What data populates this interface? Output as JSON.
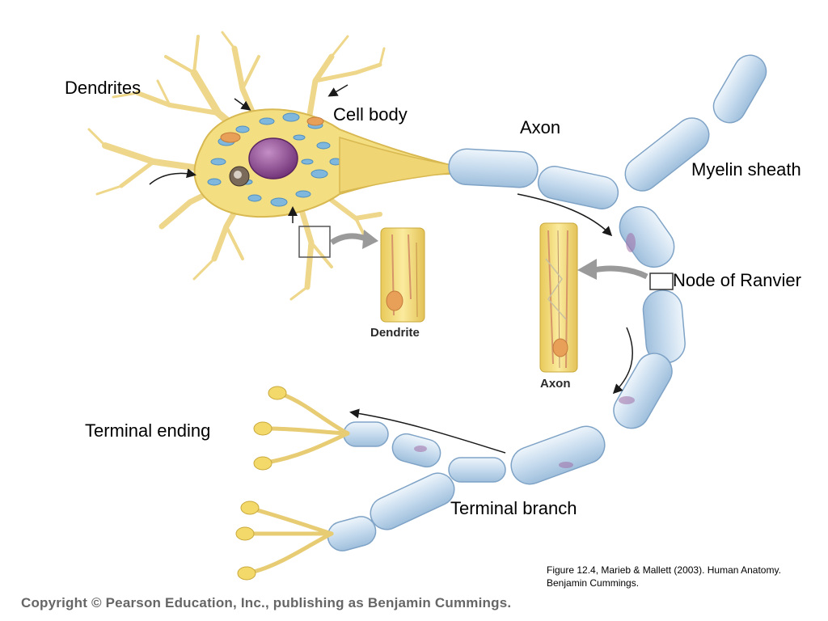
{
  "labels": {
    "dendrites": "Dendrites",
    "cell_body": "Cell body",
    "axon": "Axon",
    "myelin_sheath": "Myelin sheath",
    "node_of_ranvier": "Node of Ranvier",
    "terminal_ending": "Terminal ending",
    "terminal_branch": "Terminal branch"
  },
  "insets": {
    "dendrite": "Dendrite",
    "axon": "Axon"
  },
  "credit": "Figure 12.4, Marieb & Mallett (2003).  Human Anatomy.  Benjamin Cummings.",
  "copyright": "Copyright © Pearson Education, Inc., publishing as Benjamin Cummings.",
  "colors": {
    "dendrite_yellow": "#f2dc7a",
    "myelin_blue": "#c9dced",
    "nucleus_purple": "#8a4a8f",
    "organelle_blue": "#7fb7dd",
    "arrow_gray": "#9a9a9a"
  }
}
